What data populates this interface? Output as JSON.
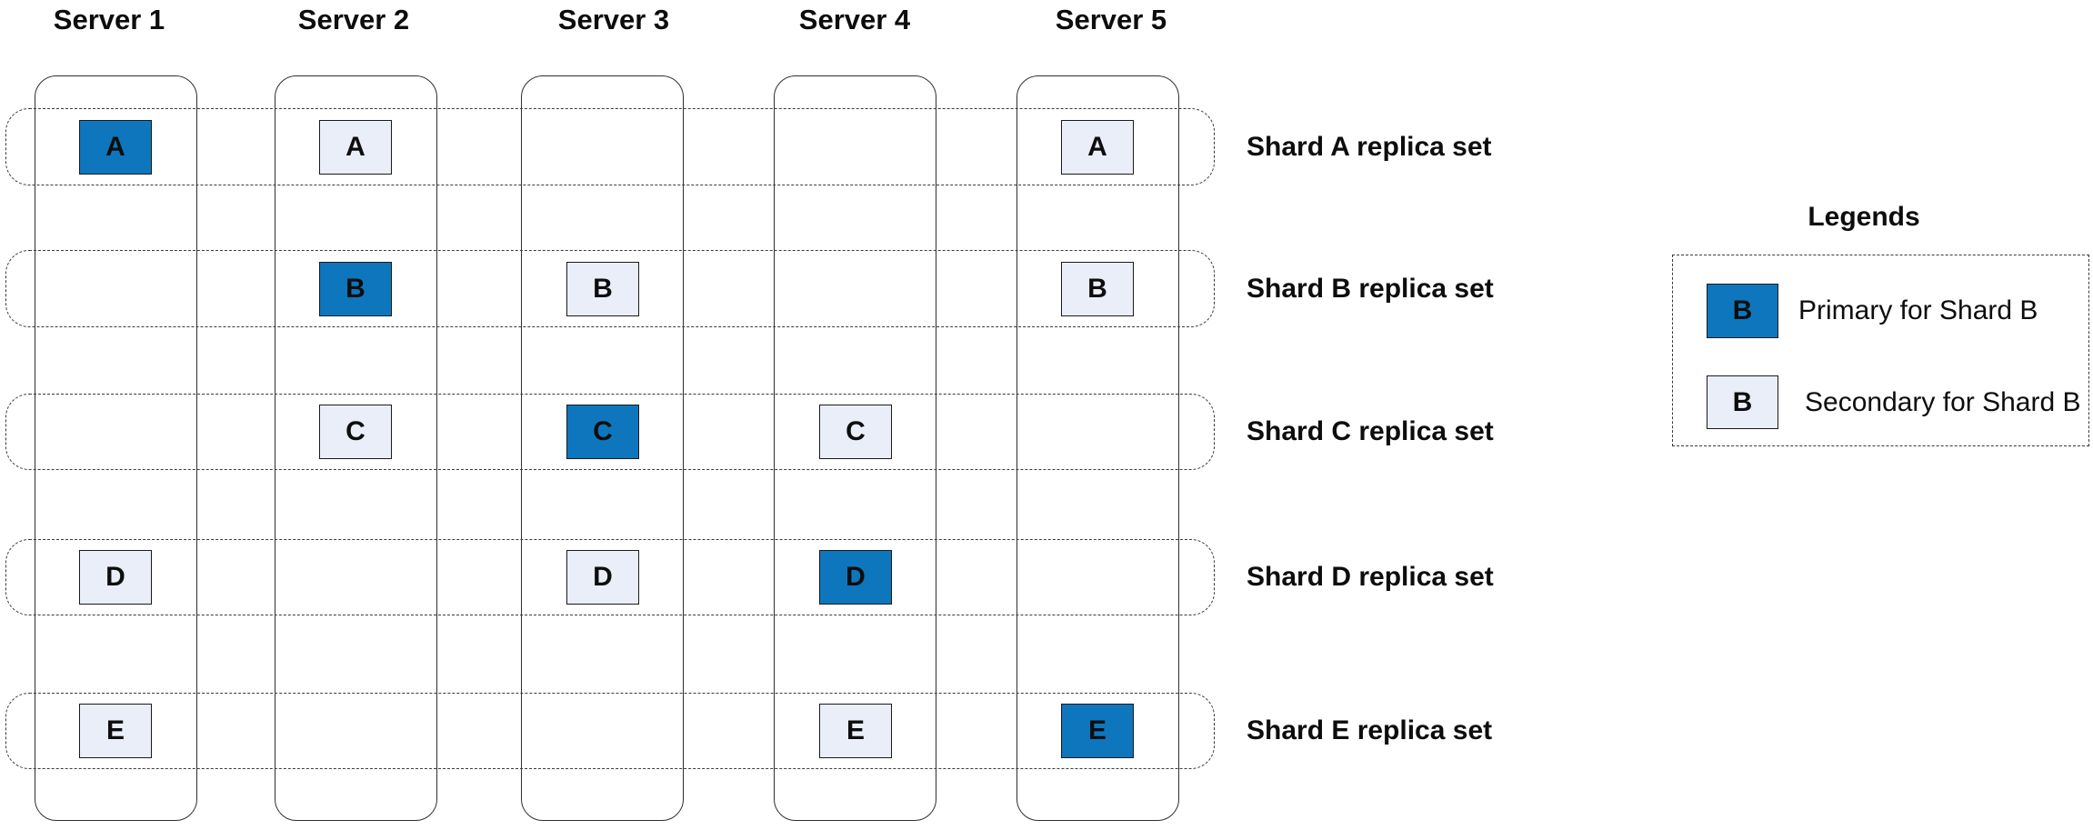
{
  "colors": {
    "primary_fill": "#0E76BC",
    "secondary_fill": "#E9EEF8",
    "line": "#2F2F2F",
    "background": "#FFFFFF"
  },
  "servers": [
    {
      "id": 1,
      "label": "Server 1"
    },
    {
      "id": 2,
      "label": "Server 2"
    },
    {
      "id": 3,
      "label": "Server 3"
    },
    {
      "id": 4,
      "label": "Server 4"
    },
    {
      "id": 5,
      "label": "Server 5"
    }
  ],
  "shards": [
    {
      "letter": "A",
      "label": "Shard A replica set"
    },
    {
      "letter": "B",
      "label": "Shard B replica set"
    },
    {
      "letter": "C",
      "label": "Shard C replica set"
    },
    {
      "letter": "D",
      "label": "Shard D replica set"
    },
    {
      "letter": "E",
      "label": "Shard E replica set"
    }
  ],
  "placements": [
    {
      "shard": "A",
      "server": 1,
      "role": "primary"
    },
    {
      "shard": "A",
      "server": 2,
      "role": "secondary"
    },
    {
      "shard": "A",
      "server": 5,
      "role": "secondary"
    },
    {
      "shard": "B",
      "server": 2,
      "role": "primary"
    },
    {
      "shard": "B",
      "server": 3,
      "role": "secondary"
    },
    {
      "shard": "B",
      "server": 5,
      "role": "secondary"
    },
    {
      "shard": "C",
      "server": 2,
      "role": "secondary"
    },
    {
      "shard": "C",
      "server": 3,
      "role": "primary"
    },
    {
      "shard": "C",
      "server": 4,
      "role": "secondary"
    },
    {
      "shard": "D",
      "server": 1,
      "role": "secondary"
    },
    {
      "shard": "D",
      "server": 3,
      "role": "secondary"
    },
    {
      "shard": "D",
      "server": 4,
      "role": "primary"
    },
    {
      "shard": "E",
      "server": 1,
      "role": "secondary"
    },
    {
      "shard": "E",
      "server": 4,
      "role": "secondary"
    },
    {
      "shard": "E",
      "server": 5,
      "role": "primary"
    }
  ],
  "legend": {
    "title": "Legends",
    "items": [
      {
        "symbol": "B",
        "role": "primary",
        "label": "Primary for Shard B"
      },
      {
        "symbol": "B",
        "role": "secondary",
        "label": "Secondary for Shard B"
      }
    ]
  }
}
